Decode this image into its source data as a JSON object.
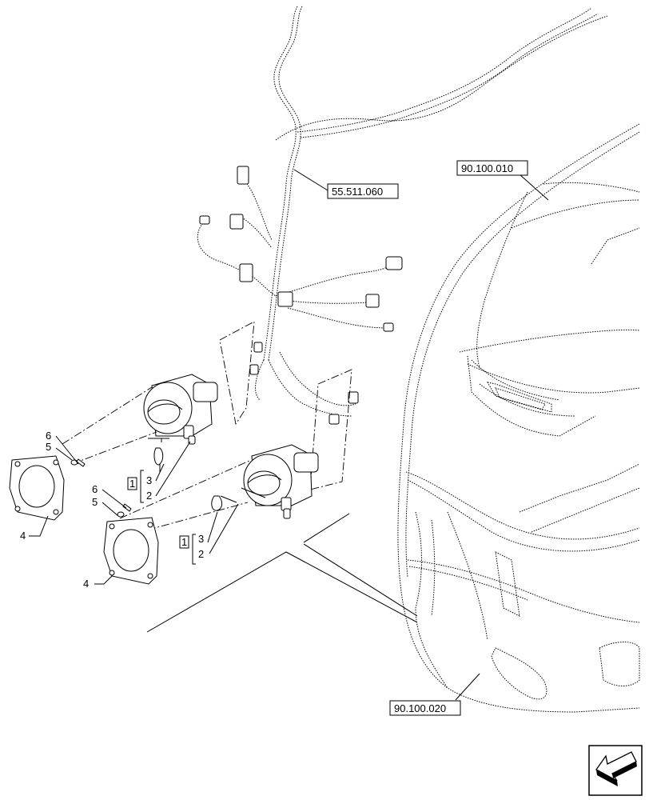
{
  "references": {
    "harness": "55.511.060",
    "hood_upper": "90.100.010",
    "hood_lower": "90.100.020"
  },
  "callouts": {
    "lamp_left": {
      "kit": "1",
      "bulb": "3",
      "connector": "2"
    },
    "lamp_right": {
      "kit": "1",
      "bulb": "3",
      "connector": "2"
    },
    "gasket_left": {
      "gasket": "4",
      "washer": "5",
      "screw": "6"
    },
    "gasket_right": {
      "gasket": "4",
      "washer": "5",
      "screw": "6"
    }
  },
  "icons": {
    "nav": "arrow-icon"
  }
}
